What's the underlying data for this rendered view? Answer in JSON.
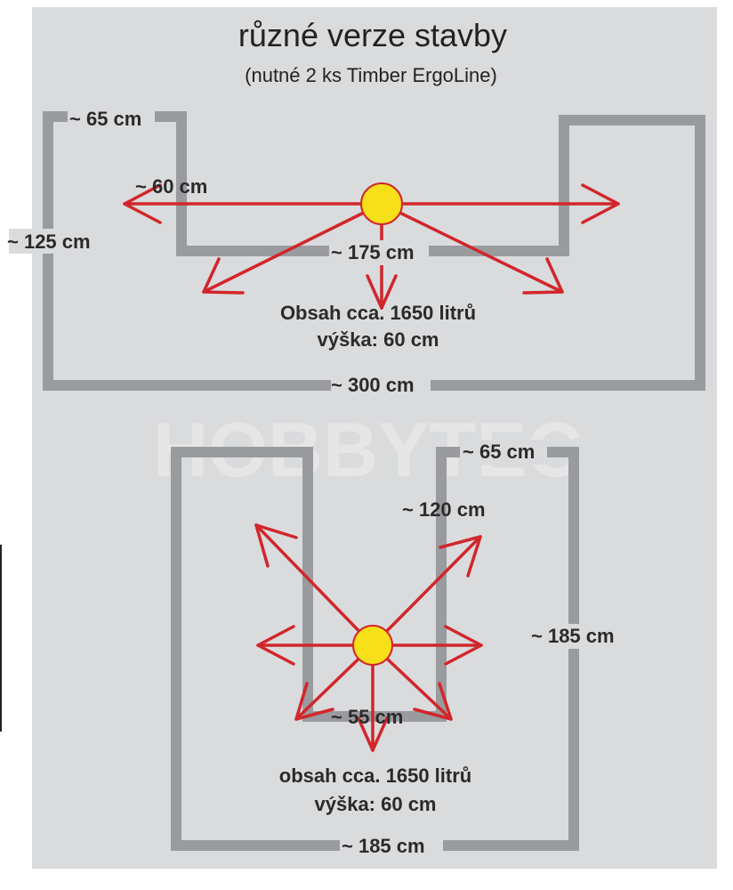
{
  "colors": {
    "background": "#dadbdd",
    "wall": "#9a9b9e",
    "arrow": "#d1262b",
    "pump_fill": "#f7e01a",
    "pump_stroke": "#d1262b",
    "text": "#2a2a2a"
  },
  "title": "různé verze stavby",
  "subtitle": "(nutné 2 ks Timber ErgoLine)",
  "watermark": "HOBBYTEC",
  "variant_a": {
    "dim_arm_width": "~ 65 cm",
    "dim_inner_depth": "~ 60 cm",
    "dim_depth": "~ 125 cm",
    "dim_inner_length": "~ 175 cm",
    "dim_length": "~ 300 cm",
    "info_volume": "Obsah cca. 1650 litrů",
    "info_height": "výška: 60 cm"
  },
  "variant_b": {
    "dim_arm_width": "~ 65 cm",
    "dim_inner_depth": "~ 120 cm",
    "dim_depth": "~ 185 cm",
    "dim_inner_width": "~ 55 cm",
    "dim_width": "~ 185 cm",
    "info_volume": "obsah cca. 1650 litrů",
    "info_height": "výška: 60 cm"
  },
  "icons": [
    "pump-icon",
    "arrow-icon"
  ]
}
